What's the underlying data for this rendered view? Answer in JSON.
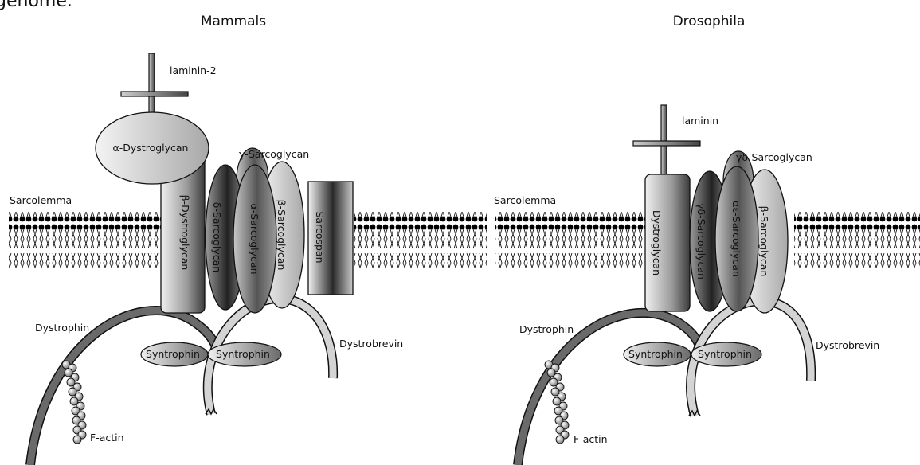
{
  "cropped_header_fragment": "genome.",
  "panels": {
    "mammals": {
      "title": "Mammals",
      "membrane_label": "Sarcolemma",
      "laminin": "laminin-2",
      "alpha_dystroglycan": "α-Dystroglycan",
      "beta_dystroglycan": "β-Dystroglycan",
      "delta_sarcoglycan": "δ-Sarcoglycan",
      "alpha_sarcoglycan": "α-Sarcoglycan",
      "beta_sarcoglycan": "β-Sarcoglycan",
      "gamma_sarcoglycan": "γ-Sarcoglycan",
      "sarcospan": "Sarcospan",
      "dystrophin": "Dystrophin",
      "syntrophin_1": "Syntrophin",
      "syntrophin_2": "Syntrophin",
      "dystrobrevin": "Dystrobrevin",
      "f_actin": "F-actin"
    },
    "drosophila": {
      "title": "Drosophila",
      "membrane_label": "Sarcolemma",
      "laminin": "laminin",
      "dystroglycan": "Dystroglycan",
      "gamma_delta_sarcoglycan_inner": "γδ-Sarcoglycan",
      "alpha_epsilon_sarcoglycan": "αε-Sarcoglycan",
      "beta_sarcoglycan": "β-Sarcoglycan",
      "gamma_delta_sarcoglycan_top": "γδ-Sarcoglycan",
      "dystrophin": "Dystrophin",
      "syntrophin_1": "Syntrophin",
      "syntrophin_2": "Syntrophin",
      "dystrobrevin": "Dystrobrevin",
      "f_actin": "F-actin"
    }
  }
}
